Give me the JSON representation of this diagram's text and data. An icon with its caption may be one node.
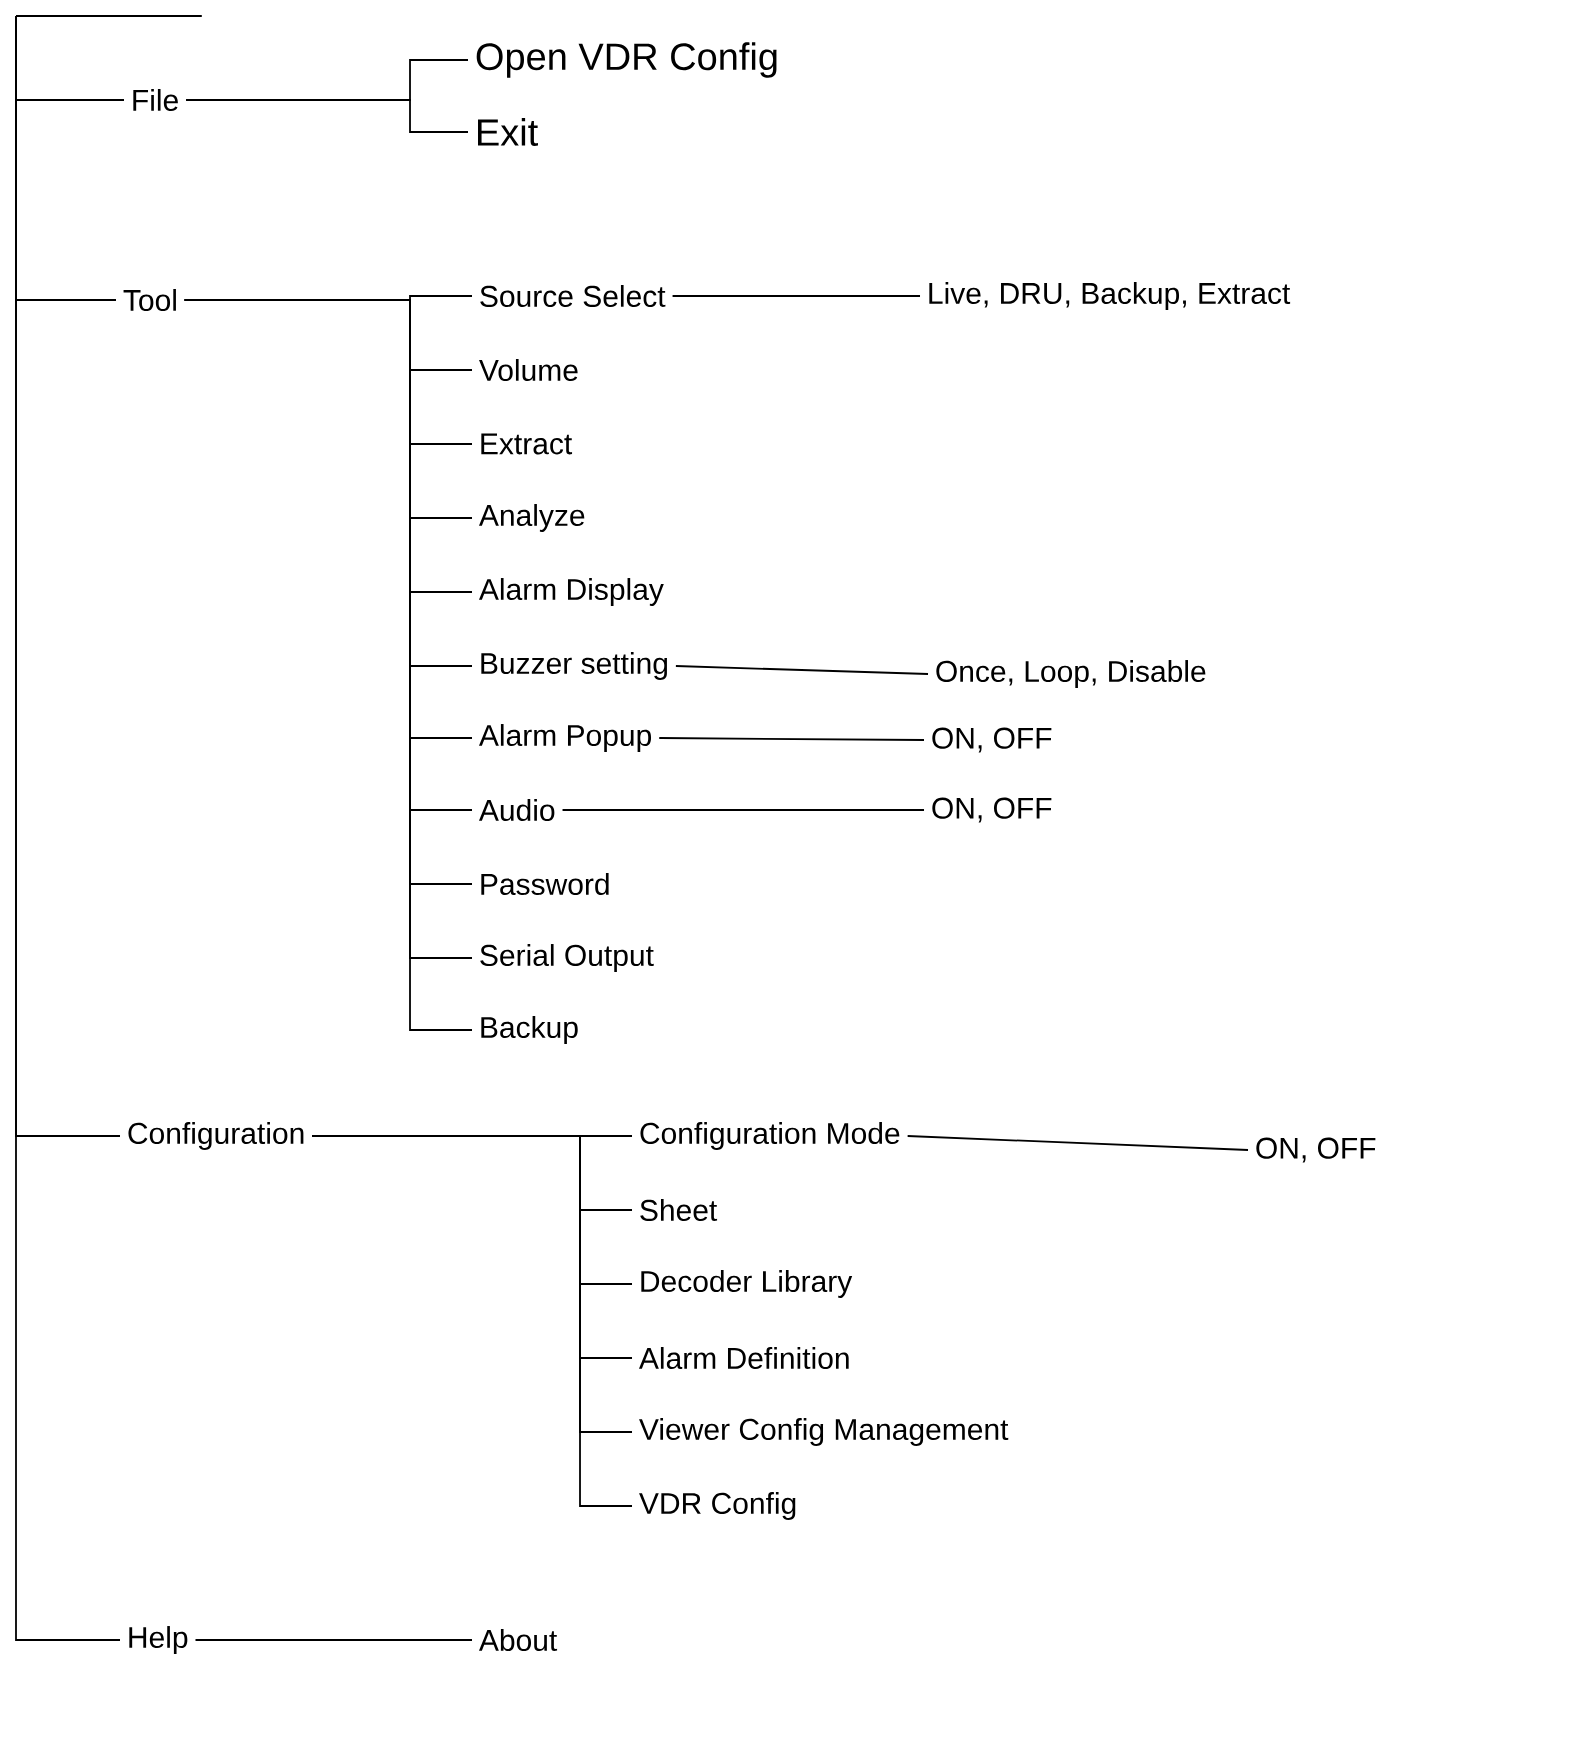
{
  "diagram": {
    "nodes": [
      {
        "text": [],
        "shape": "bar"
      },
      {
        "text": [
          "File"
        ]
      },
      {
        "text": [
          "Open VDR Config"
        ]
      },
      {
        "text": [
          "Exit"
        ]
      },
      {
        "text": [
          "Tool"
        ]
      },
      {
        "text": [
          "Source Select"
        ]
      },
      {
        "text": [
          "Live, DRU, Backup, Extract"
        ]
      },
      {
        "text": [
          "Volume"
        ]
      },
      {
        "text": [
          "Extract"
        ]
      },
      {
        "text": [
          "Analyze"
        ]
      },
      {
        "text": [
          "Alarm Display"
        ]
      },
      {
        "text": [
          "Buzzer setting"
        ]
      },
      {
        "text": [
          "Once, Loop, Disable"
        ]
      },
      {
        "text": [
          "Alarm Popup"
        ]
      },
      {
        "text": [
          "ON, OFF"
        ]
      },
      {
        "text": [
          "Audio"
        ]
      },
      {
        "text": [
          "ON, OFF"
        ]
      },
      {
        "text": [
          "Password"
        ]
      },
      {
        "text": [
          "Serial Output"
        ]
      },
      {
        "text": [
          "Backup"
        ]
      },
      {
        "text": [
          "Configuration"
        ]
      },
      {
        "text": [
          "Configuration Mode"
        ]
      },
      {
        "text": [
          "ON, OFF"
        ]
      },
      {
        "text": [
          "Sheet"
        ]
      },
      {
        "text": [
          "Decoder Library"
        ]
      },
      {
        "text": [
          "Alarm Definition"
        ]
      },
      {
        "text": [
          "Viewer Config Management"
        ]
      },
      {
        "text": [
          "VDR Config"
        ]
      },
      {
        "text": [
          "Help"
        ]
      },
      {
        "text": [
          "About"
        ]
      }
    ],
    "edges": [
      {
        "from": 0,
        "to": 1,
        "arrow": "none"
      },
      {
        "from": 0,
        "to": 4,
        "arrow": "none"
      },
      {
        "from": 0,
        "to": 20,
        "arrow": "none"
      },
      {
        "from": 0,
        "to": 28,
        "arrow": "none"
      },
      {
        "from": 1,
        "to": 2,
        "arrow": "none"
      },
      {
        "from": 1,
        "to": 3,
        "arrow": "none"
      },
      {
        "from": 4,
        "to": 5,
        "arrow": "none"
      },
      {
        "from": 5,
        "to": 6,
        "arrow": "none"
      },
      {
        "from": 4,
        "to": 7,
        "arrow": "none"
      },
      {
        "from": 4,
        "to": 8,
        "arrow": "none"
      },
      {
        "from": 4,
        "to": 9,
        "arrow": "none"
      },
      {
        "from": 4,
        "to": 10,
        "arrow": "none"
      },
      {
        "from": 4,
        "to": 11,
        "arrow": "none"
      },
      {
        "from": 11,
        "to": 12,
        "arrow": "none"
      },
      {
        "from": 4,
        "to": 13,
        "arrow": "none"
      },
      {
        "from": 13,
        "to": 14,
        "arrow": "none"
      },
      {
        "from": 4,
        "to": 15,
        "arrow": "none"
      },
      {
        "from": 15,
        "to": 16,
        "arrow": "none"
      },
      {
        "from": 4,
        "to": 17,
        "arrow": "none"
      },
      {
        "from": 4,
        "to": 18,
        "arrow": "none"
      },
      {
        "from": 4,
        "to": 19,
        "arrow": "none"
      },
      {
        "from": 20,
        "to": 21,
        "arrow": "none"
      },
      {
        "from": 21,
        "to": 22,
        "arrow": "none"
      },
      {
        "from": 20,
        "to": 23,
        "arrow": "none"
      },
      {
        "from": 20,
        "to": 24,
        "arrow": "none"
      },
      {
        "from": 20,
        "to": 25,
        "arrow": "none"
      },
      {
        "from": 20,
        "to": 26,
        "arrow": "none"
      },
      {
        "from": 20,
        "to": 27,
        "arrow": "none"
      },
      {
        "from": 28,
        "to": 29,
        "arrow": "none"
      }
    ]
  }
}
